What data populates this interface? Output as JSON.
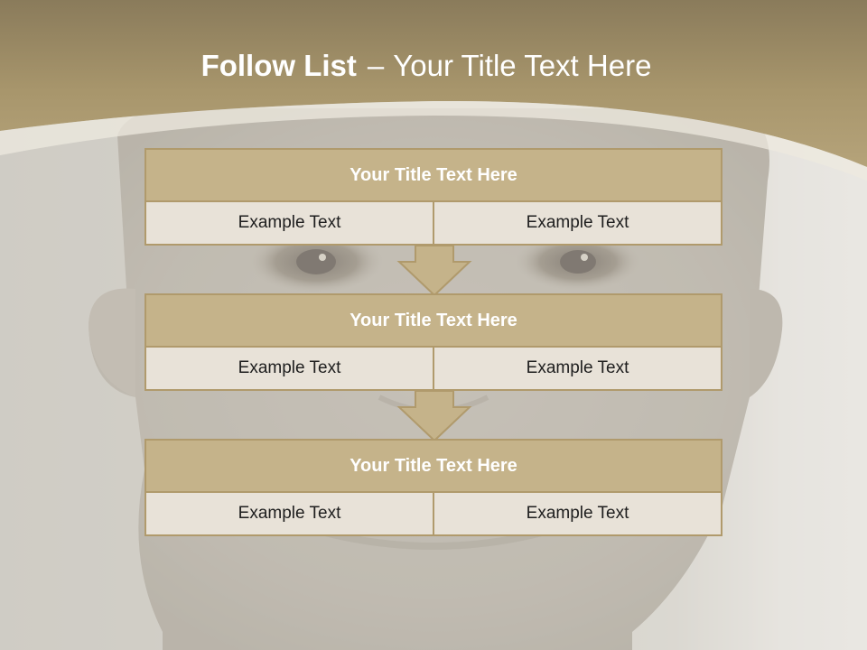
{
  "title": {
    "bold": "Follow List",
    "dash": "–",
    "rest": "Your Title Text Here"
  },
  "steps": [
    {
      "title": "Your Title Text Here",
      "left": "Example Text",
      "right": "Example Text"
    },
    {
      "title": "Your Title Text Here",
      "left": "Example Text",
      "right": "Example Text"
    },
    {
      "title": "Your Title Text Here",
      "left": "Example Text",
      "right": "Example Text"
    }
  ],
  "colors": {
    "header_gold": "#a8966c",
    "box_border": "#b09a6c",
    "title_fill": "#c5b38a",
    "cell_fill": "#e8e2d8"
  },
  "background_image": "faded close-up portrait of a man's face"
}
